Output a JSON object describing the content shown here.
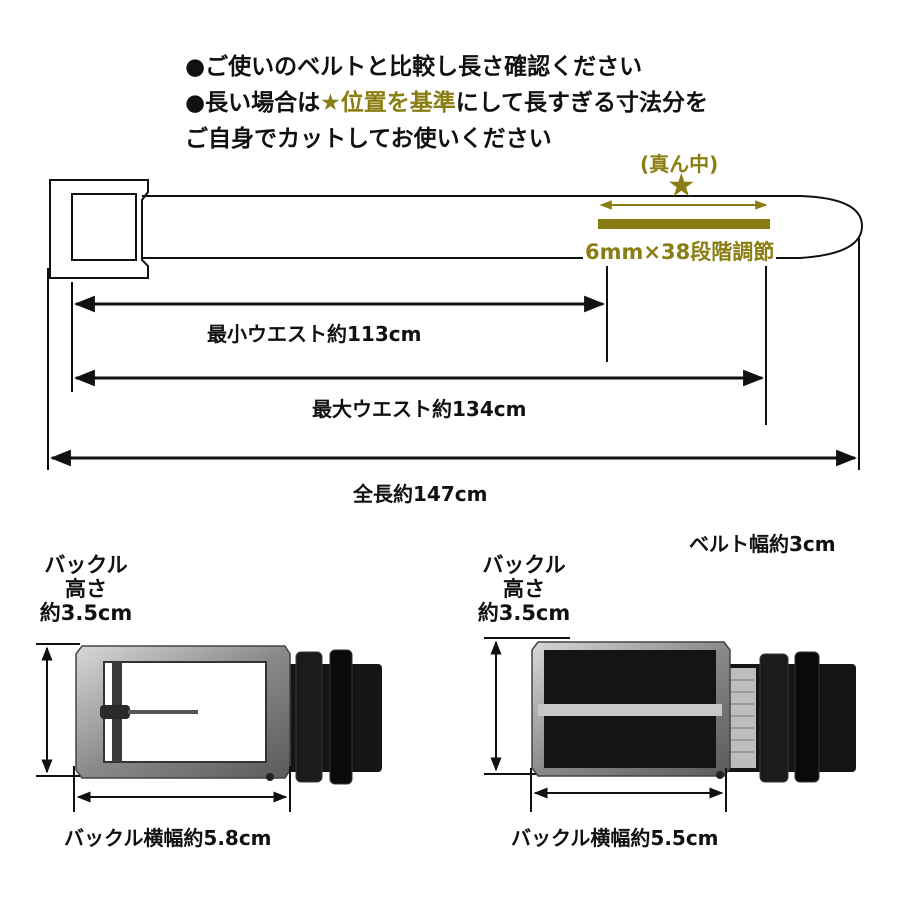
{
  "instructions": {
    "line1": "●ご使いのベルトと比較し長さ確認ください",
    "line2_prefix": "●長い場合は",
    "line2_highlight": "★位置を基準",
    "line2_suffix": "にして長すぎる寸法分を",
    "line3": "ご自身でカットしてお使いください"
  },
  "adjust": {
    "center_label": "(真ん中)",
    "star": "★",
    "step_label": "6mm×38段階調節"
  },
  "dimensions": {
    "min_waist": "最小ウエスト約113cm",
    "max_waist": "最大ウエスト約134cm",
    "total_length": "全長約147cm",
    "belt_width": "ベルト幅約3cm"
  },
  "buckle_left": {
    "height_line1": "バックル",
    "height_line2": "高さ",
    "height_line3": "約3.5cm",
    "width_label": "バックル横幅約5.8cm"
  },
  "buckle_right": {
    "height_line1": "バックル",
    "height_line2": "高さ",
    "height_line3": "約3.5cm",
    "width_label": "バックル横幅約5.5cm"
  },
  "colors": {
    "accent_olive": "#8a7d12",
    "line": "#111111"
  }
}
